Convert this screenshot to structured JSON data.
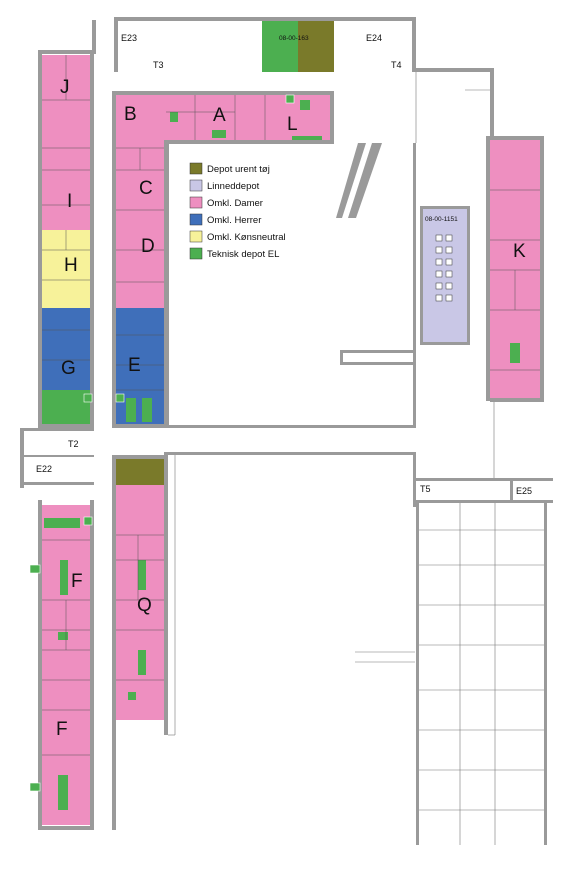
{
  "colors": {
    "depot_urent_toj": "#7a7a2a",
    "linneddepot": "#c9c7e6",
    "omkl_damer": "#ee8fc0",
    "omkl_herrer": "#3f6fba",
    "omkl_konsneutral": "#f7f29a",
    "teknisk_depot_el": "#4caf50",
    "wall": "#9a9a9a"
  },
  "legend": [
    {
      "label": "Depot urent tøj",
      "color_key": "depot_urent_toj"
    },
    {
      "label": "Linneddepot",
      "color_key": "linneddepot"
    },
    {
      "label": "Omkl. Damer",
      "color_key": "omkl_damer"
    },
    {
      "label": "Omkl. Herrer",
      "color_key": "omkl_herrer"
    },
    {
      "label": "Omkl. Kønsneutral",
      "color_key": "omkl_konsneutral"
    },
    {
      "label": "Teknisk depot EL",
      "color_key": "teknisk_depot_el"
    }
  ],
  "zones": {
    "A": "A",
    "B": "B",
    "C": "C",
    "D": "D",
    "E": "E",
    "F1": "F",
    "F2": "F",
    "G": "G",
    "H": "H",
    "I": "I",
    "J": "J",
    "K": "K",
    "L": "L",
    "Q": "Q"
  },
  "stairs": {
    "E22": "E22",
    "E23": "E23",
    "E24": "E24",
    "E25": "E25",
    "T2": "T2",
    "T3": "T3",
    "T4": "T4",
    "T5": "T5"
  },
  "rooms": {
    "top_room": "08-00-163",
    "linen_room": "08-00-1151"
  }
}
